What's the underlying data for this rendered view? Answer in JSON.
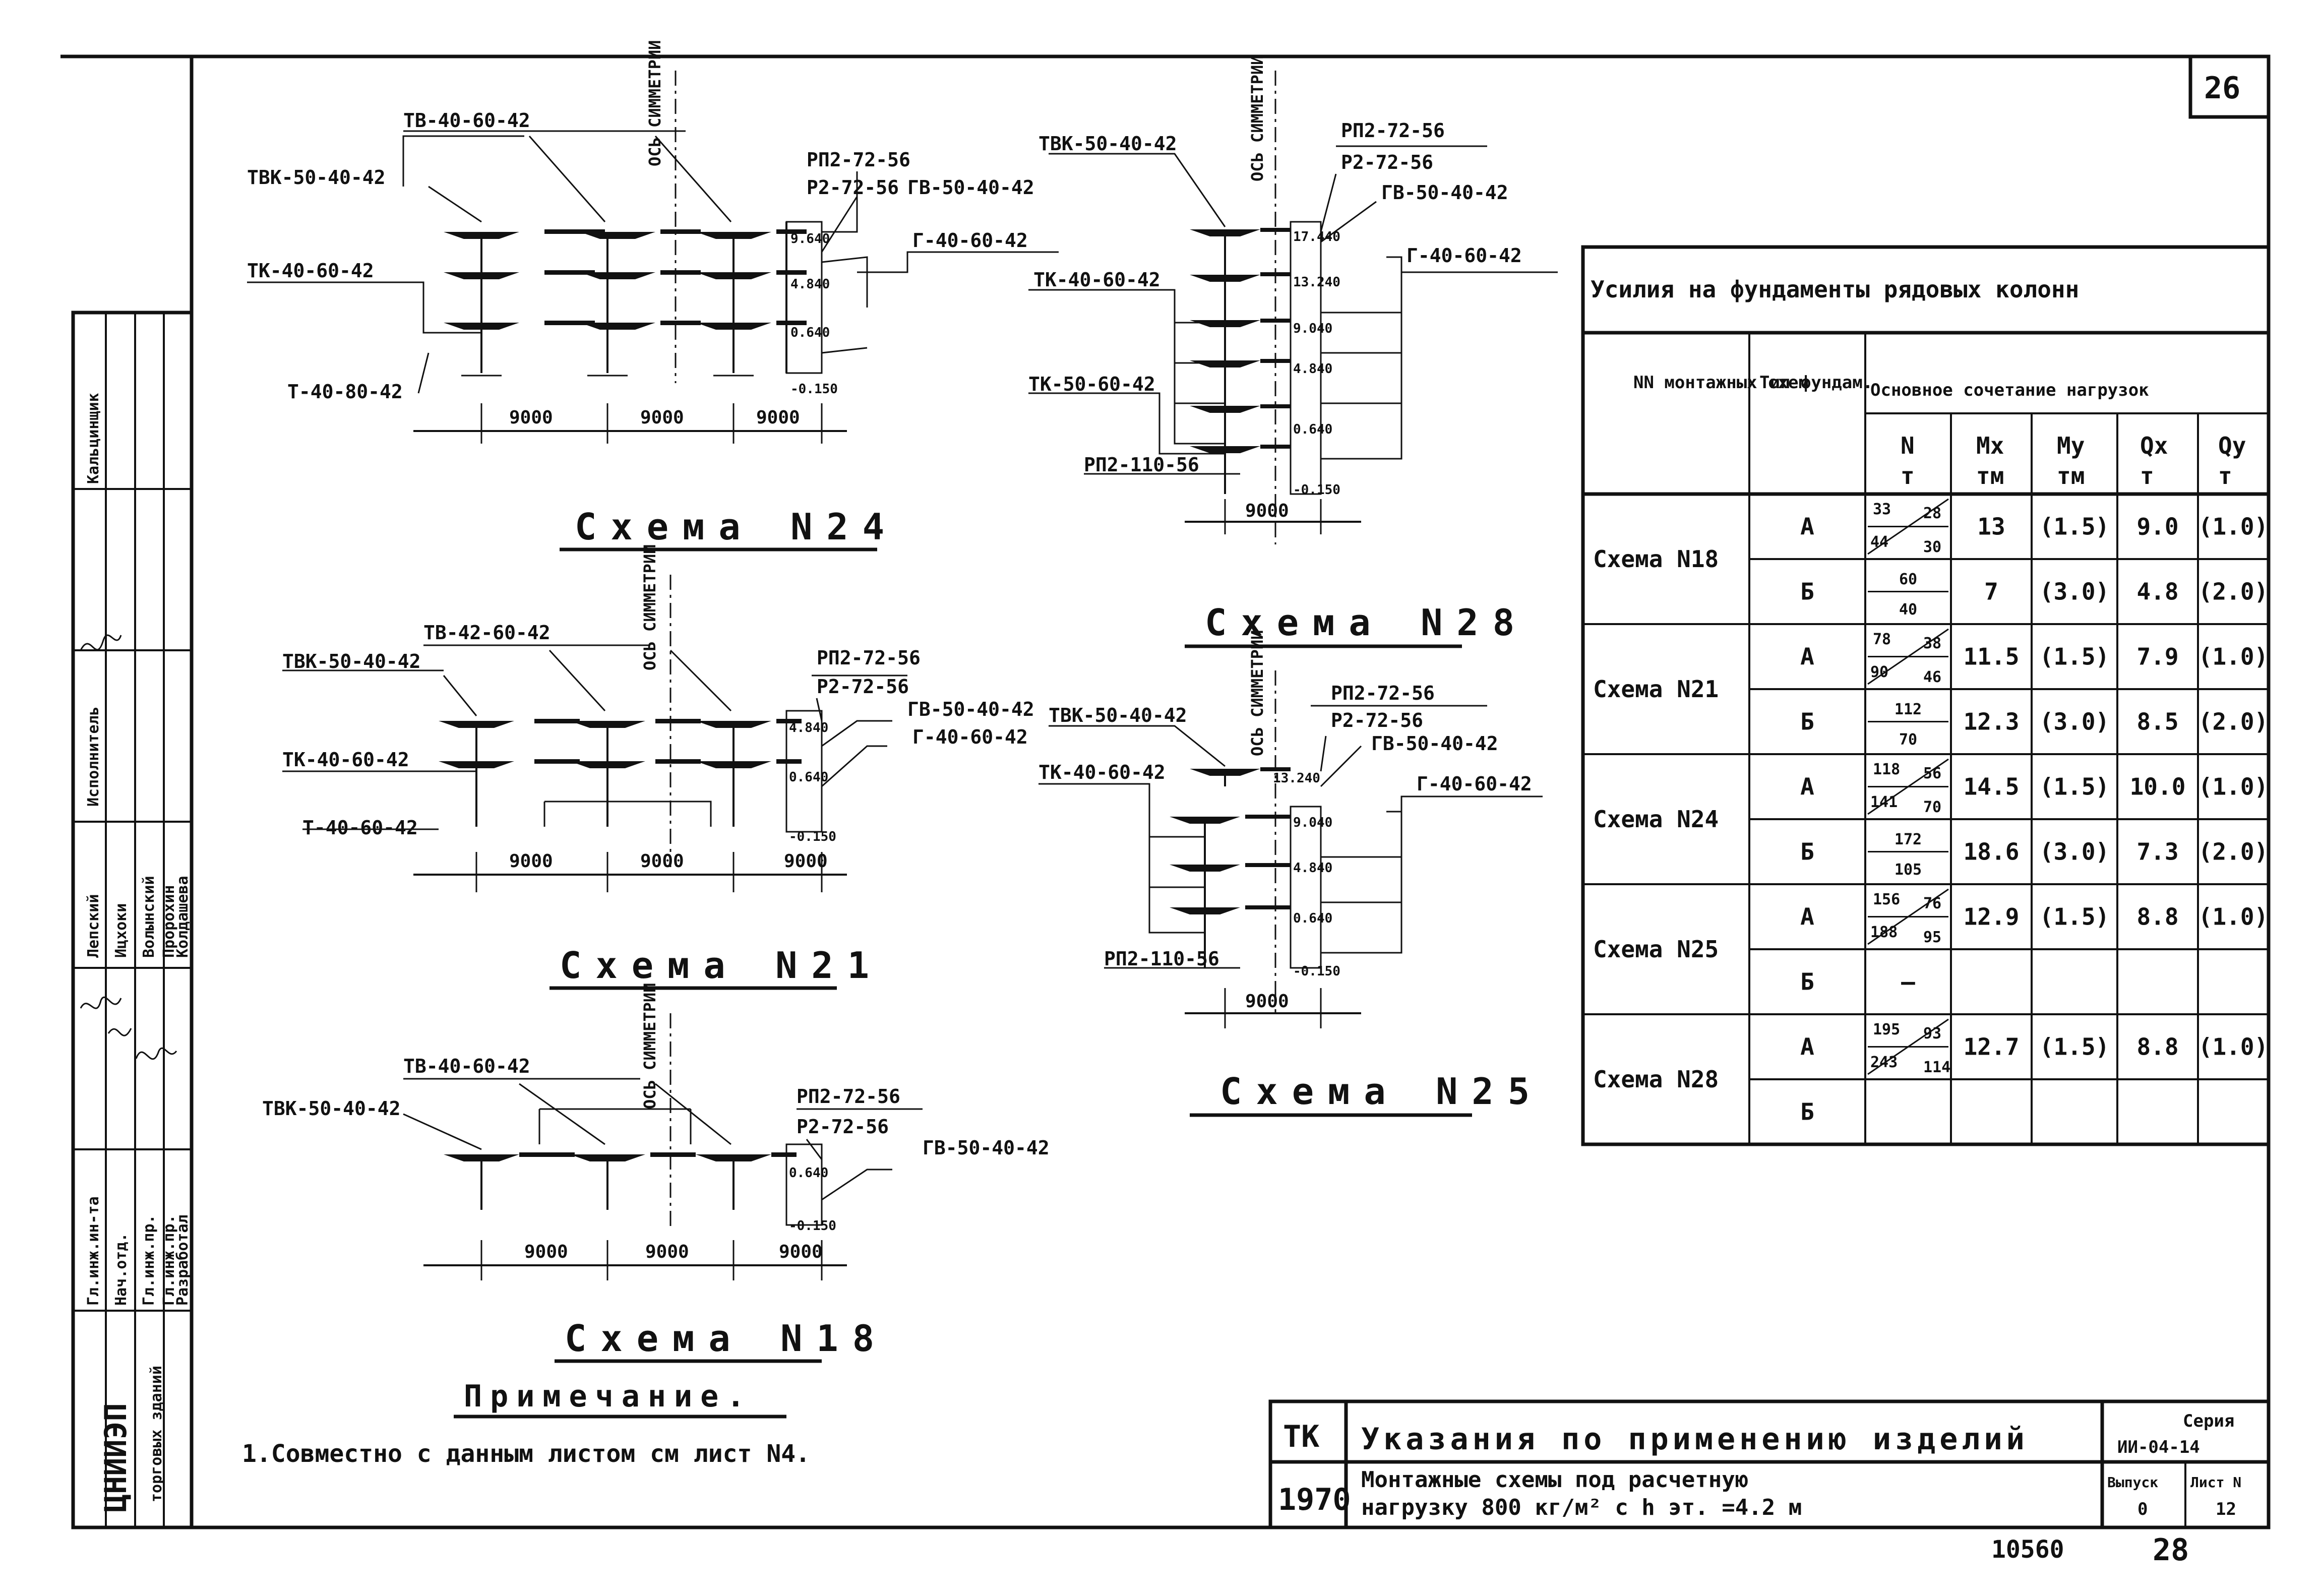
{
  "sheet": {
    "sheet_number": "26",
    "footer_left": "10560",
    "footer_right": "28"
  },
  "schemes": {
    "s24": {
      "title": "Схема N24",
      "labels": [
        "ТВ-40-60-42",
        "ТВК-50-40-42",
        "ТК-40-60-42",
        "Т-40-80-42",
        "РП2-72-56",
        "Р2-72-56",
        "ГВ-50-40-42",
        "Г-40-60-42"
      ],
      "axis": "ОСЬ СИММЕТРИИ",
      "elevations": [
        "9.640",
        "4.840",
        "0.640",
        "-0.150"
      ],
      "dims": [
        "9000",
        "9000",
        "9000"
      ]
    },
    "s28": {
      "title": "Схема N28",
      "labels": [
        "ТВК-50-40-42",
        "РП2-72-56",
        "Р2-72-56",
        "ГВ-50-40-42",
        "Г-40-60-42",
        "ТК-40-60-42",
        "ТК-50-60-42",
        "РП2-110-56"
      ],
      "axis": "ОСЬ СИММЕТРИИ",
      "elevations": [
        "17.440",
        "13.240",
        "9.040",
        "4.840",
        "0.640",
        "-0.150"
      ],
      "dims": [
        "9000"
      ]
    },
    "s21": {
      "title": "Схема N21",
      "labels": [
        "ТВ-42-60-42",
        "ТВК-50-40-42",
        "ТК-40-60-42",
        "Т-40-60-42",
        "РП2-72-56",
        "Р2-72-56",
        "ГВ-50-40-42",
        "Г-40-60-42"
      ],
      "axis": "ОСЬ СИММЕТРИИ",
      "elevations": [
        "4.840",
        "0.640",
        "-0.150"
      ],
      "dims": [
        "9000",
        "9000",
        "9000"
      ]
    },
    "s25": {
      "title": "Схема N25",
      "labels": [
        "ТВК-50-40-42",
        "ТК-40-60-42",
        "РП2-72-56",
        "Р2-72-56",
        "ГВ-50-40-42",
        "Г-40-60-42",
        "РП2-110-56"
      ],
      "axis": "ОСЬ СИММЕТРИИ",
      "elevations": [
        "13.240",
        "9.040",
        "4.840",
        "0.640",
        "-0.150"
      ],
      "dims": [
        "9000"
      ]
    },
    "s18": {
      "title": "Схема N18",
      "labels": [
        "ТВ-40-60-42",
        "ТВК-50-40-42",
        "РП2-72-56",
        "Р2-72-56",
        "ГВ-50-40-42"
      ],
      "axis": "ОСЬ СИММЕТРИИ",
      "elevations": [
        "0.640",
        "-0.150"
      ],
      "dims": [
        "9000",
        "9000",
        "9000"
      ]
    }
  },
  "note": {
    "heading": "Примечание.",
    "text": "1.Совместно с данным листом см лист N4."
  },
  "table": {
    "title": "Усилия на фундаменты рядовых колонн",
    "col_scheme": "NN монтажных схем",
    "col_type": "Тип фундам.",
    "col_group": "Основное сочетание нагрузок",
    "sub_headers": [
      {
        "sym": "N",
        "unit": "т"
      },
      {
        "sym": "Mx",
        "unit": "тм"
      },
      {
        "sym": "My",
        "unit": "тм"
      },
      {
        "sym": "Qx",
        "unit": "т"
      },
      {
        "sym": "Qy",
        "unit": "т"
      }
    ],
    "rows": [
      {
        "scheme": "Схема N18",
        "items": [
          {
            "type": "А",
            "n": [
              "33",
              "28",
              "44",
              "30"
            ],
            "mx": "13",
            "my": "(1.5)",
            "qx": "9.0",
            "qy": "(1.0)"
          },
          {
            "type": "Б",
            "n": [
              "60",
              "40"
            ],
            "mx": "7",
            "my": "(3.0)",
            "qx": "4.8",
            "qy": "(2.0)"
          }
        ]
      },
      {
        "scheme": "Схема N21",
        "items": [
          {
            "type": "А",
            "n": [
              "78",
              "38",
              "90",
              "46"
            ],
            "mx": "11.5",
            "my": "(1.5)",
            "qx": "7.9",
            "qy": "(1.0)"
          },
          {
            "type": "Б",
            "n": [
              "112",
              "70"
            ],
            "mx": "12.3",
            "my": "(3.0)",
            "qx": "8.5",
            "qy": "(2.0)"
          }
        ]
      },
      {
        "scheme": "Схема N24",
        "items": [
          {
            "type": "А",
            "n": [
              "118",
              "56",
              "141",
              "70"
            ],
            "mx": "14.5",
            "my": "(1.5)",
            "qx": "10.0",
            "qy": "(1.0)"
          },
          {
            "type": "Б",
            "n": [
              "172",
              "105"
            ],
            "mx": "18.6",
            "my": "(3.0)",
            "qx": "7.3",
            "qy": "(2.0)"
          }
        ]
      },
      {
        "scheme": "Схема N25",
        "items": [
          {
            "type": "А",
            "n": [
              "156",
              "76",
              "188",
              "95"
            ],
            "mx": "12.9",
            "my": "(1.5)",
            "qx": "8.8",
            "qy": "(1.0)"
          },
          {
            "type": "Б",
            "n": [
              "—"
            ],
            "mx": "",
            "my": "",
            "qx": "",
            "qy": ""
          }
        ]
      },
      {
        "scheme": "Схема N28",
        "items": [
          {
            "type": "А",
            "n": [
              "195",
              "93",
              "243",
              "114"
            ],
            "mx": "12.7",
            "my": "(1.5)",
            "qx": "8.8",
            "qy": "(1.0)"
          },
          {
            "type": "Б",
            "n": [
              ""
            ],
            "mx": "",
            "my": "",
            "qx": "",
            "qy": ""
          }
        ]
      }
    ]
  },
  "title_block": {
    "code": "ТК",
    "year": "1970",
    "heading": "Указания по применению изделий",
    "subtitle_1": "Монтажные схемы под расчетную",
    "subtitle_2": "нагрузку 800 кг/м² с h эт. =4.2 м",
    "series_label": "Серия",
    "series_value": "ИИ-04-14",
    "issue_label": "Выпуск",
    "issue_value": "0",
    "sheet_label": "Лист N",
    "sheet_value": "12"
  },
  "stamp": {
    "org": "ЦНИИЭП",
    "org_sub": "торговых зданий",
    "top_role_1": "Исполнитель",
    "top_role_2": "Кальцинщик",
    "roles": [
      "Гл.инж.ин-та",
      "Нач.отд.",
      "Гл.инж.пр.",
      "Гл.инж.пр.",
      "Разработал"
    ],
    "names": [
      "Лепский",
      "Ицхоки",
      "Волынский",
      "Пророхин",
      "Колдашева"
    ]
  }
}
